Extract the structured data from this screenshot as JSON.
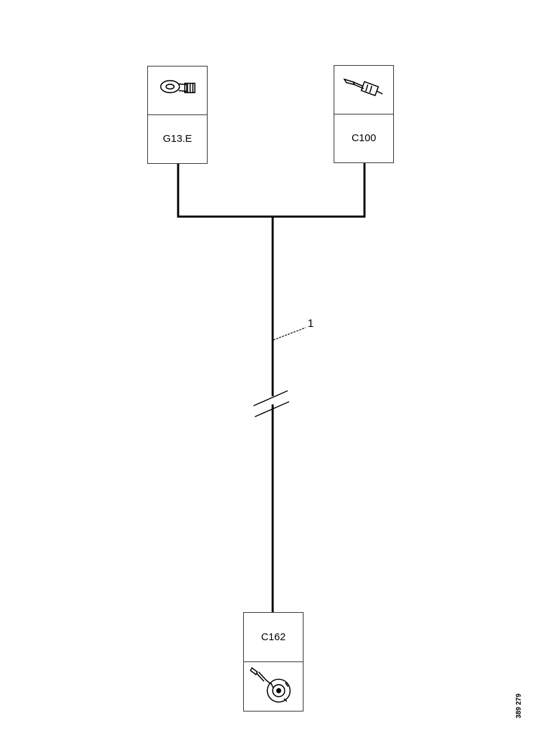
{
  "connectors": {
    "left": {
      "label": "G13.E",
      "icon": "ground-lug-icon"
    },
    "right": {
      "label": "C100",
      "icon": "inline-connector-icon"
    },
    "bottom": {
      "label": "C162",
      "icon": "motor-connector-icon"
    }
  },
  "wire": {
    "callout": "1",
    "break_symbol": "wire-break-icon"
  },
  "reference_code": "389 279",
  "colors": {
    "line": "#000000",
    "border": "#333333",
    "background": "#ffffff"
  }
}
